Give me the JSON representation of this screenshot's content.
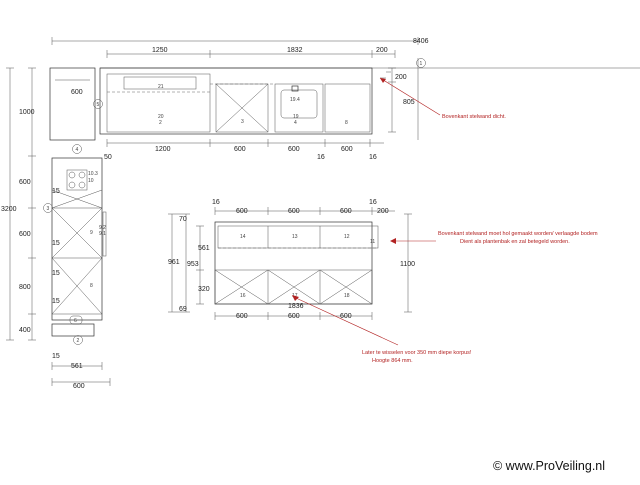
{
  "dimensions": {
    "overall_width": "8406",
    "top_1250": "1250",
    "top_1832": "1832",
    "top_200": "200",
    "right_200": "200",
    "right_805": "805",
    "left_600": "600",
    "bottom_1200": "1200",
    "bottom_600_a": "600",
    "bottom_600_b": "600",
    "bottom_600_c": "600",
    "bottom_16_a": "16",
    "bottom_16_b": "16",
    "top_left_50": "50",
    "vert_1000": "1000",
    "vert_3200": "3200",
    "vert_600_a": "600",
    "vert_600_b": "600",
    "vert_800": "800",
    "vert_400": "400",
    "side_15_a": "15",
    "side_15_b": "15",
    "side_15_c": "15",
    "side_15_d": "15",
    "side_15_bottom": "15",
    "base_561": "561",
    "base_600": "600",
    "island_top_16_left": "16",
    "island_top_16_right": "16",
    "island_top_600_a": "600",
    "island_top_600_b": "600",
    "island_top_600_c": "600",
    "island_top_200": "200",
    "island_bottom_600_a": "600",
    "island_bottom_600_b": "600",
    "island_bottom_600_c": "600",
    "island_bottom_1836": "1836",
    "island_70": "70",
    "island_961": "961",
    "island_561": "561",
    "island_953": "953",
    "island_320": "320",
    "island_69": "69",
    "island_1100": "1100"
  },
  "circles": {
    "c1": "1",
    "c2": "2",
    "c3": "3",
    "c4": "4",
    "c5": "5",
    "c6": "6"
  },
  "cabinet_labels": {
    "l21": "21",
    "l20": "20",
    "l2": "2",
    "l3": "3",
    "l19a": "19",
    "l19b": "19",
    "l4": "4",
    "l8": "8",
    "l14": "14",
    "l13": "13",
    "l12": "12",
    "l11": "11",
    "l16": "16",
    "l17": "17",
    "l18": "18",
    "l10": "10",
    "l103": "10.3",
    "l9": "9",
    "l92": "9.2",
    "l91": "9.1",
    "l8b": "8",
    "l19plus": "19.4"
  },
  "notes": {
    "note1": "Bovenkant stelwand dicht.",
    "note2_line1": "Bovenkant stelwand moet hol gemaakt worden/ verlaagde bodem",
    "note2_line2": "Dient als plantenbak en zal betegeld worden.",
    "note3_line1": "Later te wisselen voor 350 mm diepe korpus!",
    "note3_line2": "Hoogte 864 mm."
  },
  "watermark": "© www.ProVeiling.nl",
  "colors": {
    "ink": "#333333",
    "note_red": "#b22222",
    "background": "#ffffff"
  }
}
